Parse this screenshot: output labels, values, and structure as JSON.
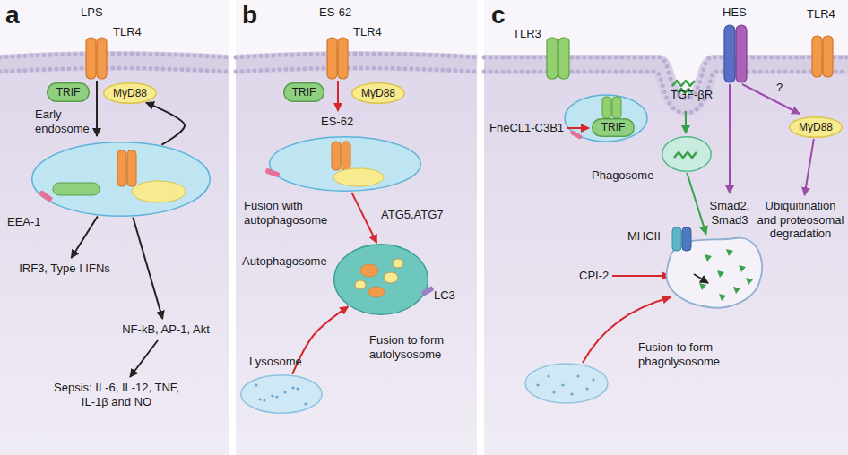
{
  "diagram": {
    "nodes": [
      {
        "text": [
          "TRIF"
        ]
      },
      {
        "text": [
          "MyD88"
        ]
      },
      {
        "text": [
          "Early endosome"
        ]
      },
      {
        "text": [
          "IRF3, Type I IFNs"
        ]
      },
      {
        "text": [
          "NF-kB, AP-1, Akt"
        ]
      },
      {
        "text": [
          "Sepsis: IL-6, IL-12, TNF, IL-1β and NO"
        ]
      },
      {
        "text": [
          "TRIF"
        ]
      },
      {
        "text": [
          "MyD88"
        ]
      },
      {
        "text": [
          "ES-62"
        ]
      },
      {
        "text": [
          "Autophagosome"
        ]
      },
      {
        "text": [
          "Lysosome"
        ]
      },
      {
        "text": [
          "TRIF"
        ]
      },
      {
        "text": [
          "Phagosome"
        ]
      },
      {
        "text": [
          "MHCII"
        ]
      },
      {
        "text": [
          "MyD88"
        ]
      },
      {
        "text": [
          "Smad2, Smad3"
        ]
      },
      {
        "text": [
          "Ubiquitination and proteosomal degradation"
        ]
      }
    ],
    "edges": [
      {
        "from": 2,
        "to": 3,
        "arrow": "to"
      },
      {
        "from": 2,
        "to": 4,
        "arrow": "to"
      },
      {
        "from": 4,
        "to": 5,
        "arrow": "to"
      },
      {
        "from": 2,
        "to": 1,
        "arrow": "to"
      },
      {
        "from": 8,
        "to": 9,
        "label": "ATG5,ATG7",
        "arrow": "to"
      },
      {
        "from": 10,
        "to": 9,
        "arrow": "to"
      },
      {
        "from": 12,
        "to": 13,
        "arrow": "to"
      },
      {
        "from": 14,
        "to": 16,
        "arrow": "to"
      }
    ],
    "labels": [
      "a",
      "LPS",
      "TLR4",
      "EEA-1",
      "b",
      "ES-62",
      "TLR4",
      "Fusion with autophagosome",
      "LC3",
      "Fusion to form autolysosome",
      "c",
      "TLR3",
      "FheCL1-C3B1",
      "HES",
      "TLR4",
      "TGF-βR",
      "?",
      "CPI-2",
      "Fusion to form phagolysosome"
    ]
  }
}
